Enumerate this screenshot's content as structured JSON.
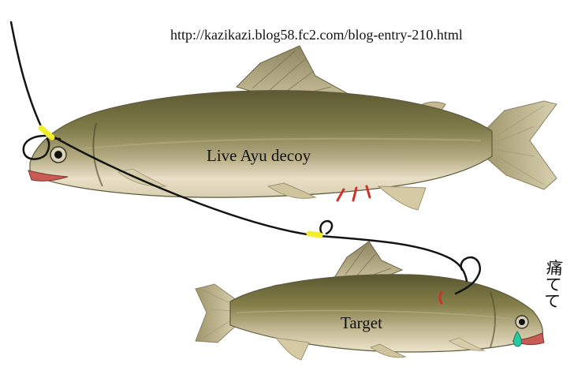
{
  "source_url": "http://kazikazi.blog58.fc2.com/blog-entry-210.html",
  "labels": {
    "decoy": "Live Ayu decoy",
    "target": "Target",
    "exclamation": "痛てて"
  },
  "colors": {
    "line": "#141414",
    "marker_yellow": "#f2ee2a",
    "scratch_red": "#d2312a",
    "tear_green": "#27c9a0",
    "fish_back": "#6f6a3d",
    "fish_belly": "#efe6cc"
  },
  "icons": {
    "decoy_fish": "ayu-fish-icon",
    "target_fish": "ayu-fish-icon",
    "hook": "fishing-hook-icon",
    "tear": "tear-drop-icon"
  }
}
